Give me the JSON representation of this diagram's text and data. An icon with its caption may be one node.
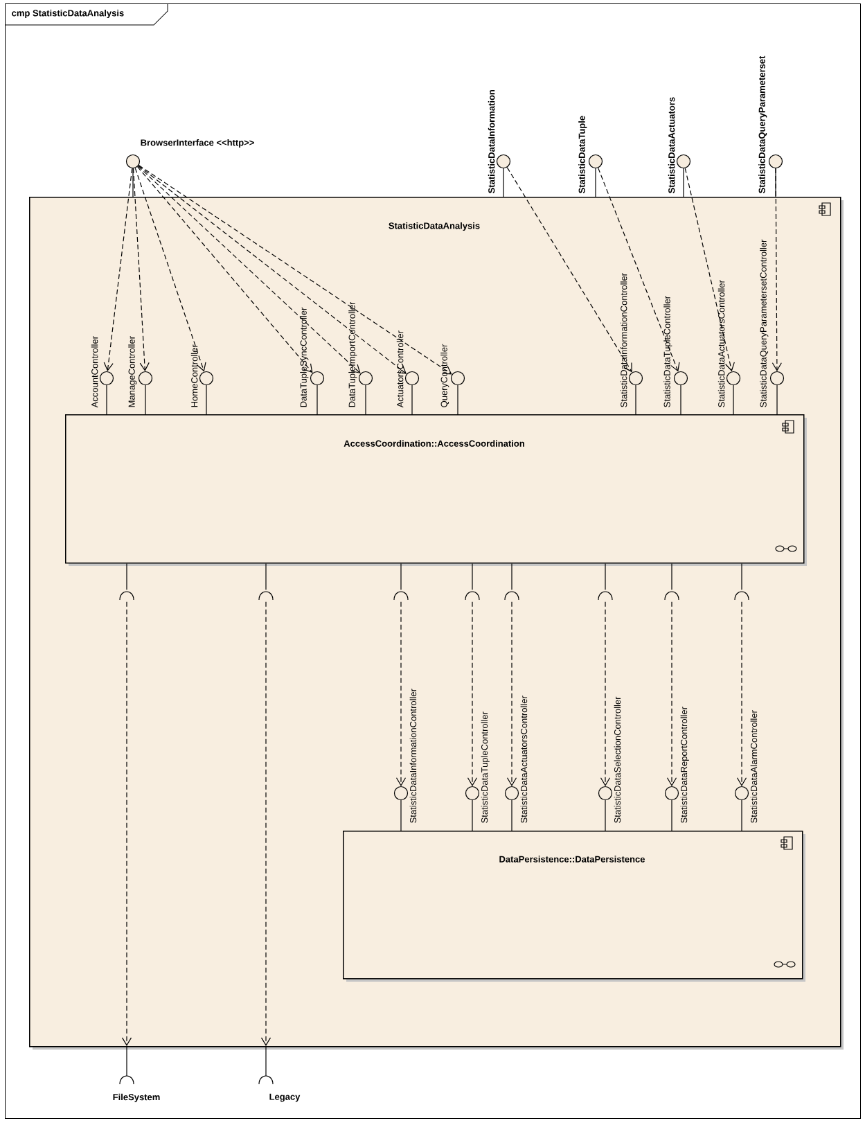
{
  "diagram": {
    "nodes": [
      {
        "text": [
          "cmp StatisticDataAnalysis"
        ]
      },
      {
        "text": [
          "BrowserInterface <<http>>"
        ],
        "in": 0
      },
      {
        "text": [
          "StatisticDataInformation"
        ],
        "in": 0
      },
      {
        "text": [
          "StatisticDataTuple"
        ],
        "in": 0
      },
      {
        "text": [
          "StatisticDataActuators"
        ],
        "in": 0
      },
      {
        "text": [
          "StatisticDataQueryParameterset"
        ],
        "in": 0
      },
      {
        "text": [
          "StatisticDataAnalysis"
        ],
        "in": 0
      },
      {
        "text": [
          "AccountController"
        ],
        "in": 6
      },
      {
        "text": [
          "ManageController"
        ],
        "in": 6
      },
      {
        "text": [
          "HomeController"
        ],
        "in": 6
      },
      {
        "text": [
          "DataTupleSyncController"
        ],
        "in": 6
      },
      {
        "text": [
          "DataTupleImportController"
        ],
        "in": 6
      },
      {
        "text": [
          "ActuatorsController"
        ],
        "in": 6
      },
      {
        "text": [
          "QueryController"
        ],
        "in": 6
      },
      {
        "text": [
          "StatisticDataInformationController"
        ],
        "in": 6
      },
      {
        "text": [
          "StatisticDataTupleController"
        ],
        "in": 6
      },
      {
        "text": [
          "StatisticDataActuatorsController"
        ],
        "in": 6
      },
      {
        "text": [
          "StatisticDataQueryParametersetController"
        ],
        "in": 6
      },
      {
        "text": [
          "AccessCoordination::AccessCoordination"
        ],
        "in": 6
      },
      {
        "text": [],
        "shape": "socket",
        "in": 6
      },
      {
        "text": [],
        "shape": "socket",
        "in": 6
      },
      {
        "text": [],
        "shape": "socket",
        "in": 6
      },
      {
        "text": [],
        "shape": "socket",
        "in": 6
      },
      {
        "text": [],
        "shape": "socket",
        "in": 6
      },
      {
        "text": [],
        "shape": "socket",
        "in": 6
      },
      {
        "text": [],
        "shape": "socket",
        "in": 6
      },
      {
        "text": [],
        "shape": "socket",
        "in": 6
      },
      {
        "text": [
          "StatisticDataInformationController"
        ],
        "in": 6
      },
      {
        "text": [
          "StatisticDataTupleController"
        ],
        "in": 6
      },
      {
        "text": [
          "StatisticDataActuatorsController"
        ],
        "in": 6
      },
      {
        "text": [
          "StatisticDataSelectionController"
        ],
        "in": 6
      },
      {
        "text": [
          "StatisticDataReportController"
        ],
        "in": 6
      },
      {
        "text": [
          "StatisticDataAlarmController"
        ],
        "in": 6
      },
      {
        "text": [
          "DataPersistence::DataPersistence"
        ],
        "in": 6
      },
      {
        "text": [
          "FileSystem"
        ],
        "in": 0
      },
      {
        "text": [
          "Legacy"
        ],
        "in": 0
      }
    ],
    "edges": [
      {
        "from": 1,
        "to": 6,
        "arrow": "none"
      },
      {
        "from": 2,
        "to": 6,
        "arrow": "none"
      },
      {
        "from": 3,
        "to": 6,
        "arrow": "none"
      },
      {
        "from": 4,
        "to": 6,
        "arrow": "none"
      },
      {
        "from": 5,
        "to": 6,
        "arrow": "none"
      },
      {
        "from": 7,
        "to": 18,
        "arrow": "none"
      },
      {
        "from": 8,
        "to": 18,
        "arrow": "none"
      },
      {
        "from": 9,
        "to": 18,
        "arrow": "none"
      },
      {
        "from": 10,
        "to": 18,
        "arrow": "none"
      },
      {
        "from": 11,
        "to": 18,
        "arrow": "none"
      },
      {
        "from": 12,
        "to": 18,
        "arrow": "none"
      },
      {
        "from": 13,
        "to": 18,
        "arrow": "none"
      },
      {
        "from": 14,
        "to": 18,
        "arrow": "none"
      },
      {
        "from": 15,
        "to": 18,
        "arrow": "none"
      },
      {
        "from": 16,
        "to": 18,
        "arrow": "none"
      },
      {
        "from": 17,
        "to": 18,
        "arrow": "none"
      },
      {
        "from": 18,
        "to": 19,
        "arrow": "none"
      },
      {
        "from": 18,
        "to": 20,
        "arrow": "none"
      },
      {
        "from": 18,
        "to": 21,
        "arrow": "none"
      },
      {
        "from": 18,
        "to": 22,
        "arrow": "none"
      },
      {
        "from": 18,
        "to": 23,
        "arrow": "none"
      },
      {
        "from": 18,
        "to": 24,
        "arrow": "none"
      },
      {
        "from": 18,
        "to": 25,
        "arrow": "none"
      },
      {
        "from": 18,
        "to": 26,
        "arrow": "none"
      },
      {
        "from": 27,
        "to": 33,
        "arrow": "none"
      },
      {
        "from": 28,
        "to": 33,
        "arrow": "none"
      },
      {
        "from": 29,
        "to": 33,
        "arrow": "none"
      },
      {
        "from": 30,
        "to": 33,
        "arrow": "none"
      },
      {
        "from": 31,
        "to": 33,
        "arrow": "none"
      },
      {
        "from": 32,
        "to": 33,
        "arrow": "none"
      },
      {
        "from": 1,
        "to": 7,
        "arrow": "to",
        "style": "dashed"
      },
      {
        "from": 1,
        "to": 8,
        "arrow": "to",
        "style": "dashed"
      },
      {
        "from": 1,
        "to": 9,
        "arrow": "to",
        "style": "dashed"
      },
      {
        "from": 1,
        "to": 10,
        "arrow": "to",
        "style": "dashed"
      },
      {
        "from": 1,
        "to": 11,
        "arrow": "to",
        "style": "dashed"
      },
      {
        "from": 1,
        "to": 12,
        "arrow": "to",
        "style": "dashed"
      },
      {
        "from": 1,
        "to": 13,
        "arrow": "to",
        "style": "dashed"
      },
      {
        "from": 2,
        "to": 14,
        "arrow": "to",
        "style": "dashed"
      },
      {
        "from": 3,
        "to": 15,
        "arrow": "to",
        "style": "dashed"
      },
      {
        "from": 4,
        "to": 16,
        "arrow": "to",
        "style": "dashed"
      },
      {
        "from": 5,
        "to": 17,
        "arrow": "to",
        "style": "dashed"
      },
      {
        "from": 19,
        "to": 34,
        "arrow": "to",
        "style": "dashed"
      },
      {
        "from": 20,
        "to": 35,
        "arrow": "to",
        "style": "dashed"
      },
      {
        "from": 21,
        "to": 27,
        "arrow": "to",
        "style": "dashed"
      },
      {
        "from": 22,
        "to": 28,
        "arrow": "to",
        "style": "dashed"
      },
      {
        "from": 23,
        "to": 29,
        "arrow": "to",
        "style": "dashed"
      },
      {
        "from": 24,
        "to": 30,
        "arrow": "to",
        "style": "dashed"
      },
      {
        "from": 25,
        "to": 31,
        "arrow": "to",
        "style": "dashed"
      },
      {
        "from": 26,
        "to": 32,
        "arrow": "to",
        "style": "dashed"
      }
    ]
  }
}
